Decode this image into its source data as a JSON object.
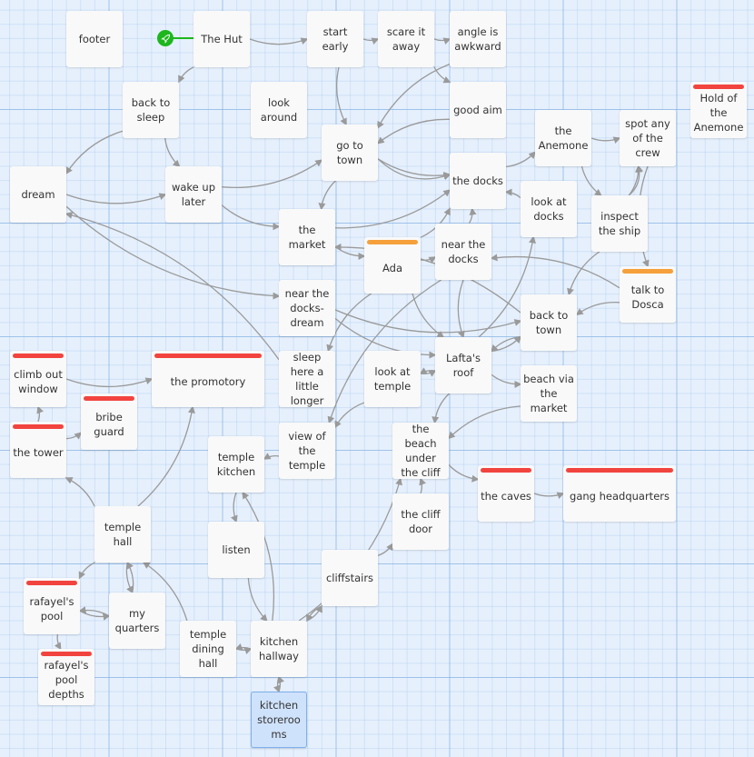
{
  "app": "Twine story map",
  "start_passage": "The Hut",
  "colors": {
    "tag_red": "#f2443f",
    "tag_orange": "#f5a03b",
    "start_green": "#1db71d",
    "link_gray": "#9a9a9a",
    "selected_fill": "#cfe2fb"
  },
  "passages": [
    {
      "id": "footer",
      "title": "footer"
    },
    {
      "id": "the-hut",
      "title": "The Hut",
      "start": true
    },
    {
      "id": "start-early",
      "title": "start early"
    },
    {
      "id": "scare-it-away",
      "title": "scare it away"
    },
    {
      "id": "angle-is-awkward",
      "title": "angle is awkward"
    },
    {
      "id": "back-to-sleep",
      "title": "back to sleep"
    },
    {
      "id": "look-around",
      "title": "look around"
    },
    {
      "id": "good-aim",
      "title": "good aim"
    },
    {
      "id": "hold-of-the-anemone",
      "title": "Hold of the Anemone",
      "tag": "red"
    },
    {
      "id": "the-anemone",
      "title": "the Anemone"
    },
    {
      "id": "spot-any-of-the-crew",
      "title": "spot any of the crew"
    },
    {
      "id": "go-to-town",
      "title": "go to town"
    },
    {
      "id": "the-docks",
      "title": "the docks"
    },
    {
      "id": "dream",
      "title": "dream"
    },
    {
      "id": "wake-up-later",
      "title": "wake up later"
    },
    {
      "id": "look-at-docks",
      "title": "look at docks"
    },
    {
      "id": "inspect-the-ship",
      "title": "inspect the ship"
    },
    {
      "id": "the-market",
      "title": "the market"
    },
    {
      "id": "ada",
      "title": "Ada",
      "tag": "orange"
    },
    {
      "id": "near-the-docks",
      "title": "near the docks"
    },
    {
      "id": "talk-to-dosca",
      "title": "talk to Dosca",
      "tag": "orange"
    },
    {
      "id": "near-the-docks-dream",
      "title": "near the docks-dream"
    },
    {
      "id": "back-to-town",
      "title": "back to town"
    },
    {
      "id": "climb-out-window",
      "title": "climb out window",
      "tag": "red"
    },
    {
      "id": "the-promotory",
      "title": "the promotory",
      "tag": "red"
    },
    {
      "id": "sleep-here-a-little-longer",
      "title": "sleep here a little longer"
    },
    {
      "id": "look-at-temple",
      "title": "look at temple"
    },
    {
      "id": "laftas-roof",
      "title": "Lafta's roof"
    },
    {
      "id": "beach-via-the-market",
      "title": "beach via the market"
    },
    {
      "id": "bribe-guard",
      "title": "bribe guard",
      "tag": "red"
    },
    {
      "id": "the-tower",
      "title": "the tower",
      "tag": "red"
    },
    {
      "id": "view-of-the-temple",
      "title": "view of the temple"
    },
    {
      "id": "temple-kitchen",
      "title": "temple kitchen"
    },
    {
      "id": "the-beach-under-the-cliff",
      "title": "the beach under the cliff"
    },
    {
      "id": "the-caves",
      "title": "the caves",
      "tag": "red"
    },
    {
      "id": "gang-headquarters",
      "title": "gang headquarters",
      "tag": "red"
    },
    {
      "id": "temple-hall",
      "title": "temple hall"
    },
    {
      "id": "the-cliff-door",
      "title": "the cliff door"
    },
    {
      "id": "listen",
      "title": "listen"
    },
    {
      "id": "cliffstairs",
      "title": "cliffstairs"
    },
    {
      "id": "rafayels-pool",
      "title": "rafayel's pool",
      "tag": "red"
    },
    {
      "id": "my-quarters",
      "title": "my quarters"
    },
    {
      "id": "temple-dining-hall",
      "title": "temple dining hall"
    },
    {
      "id": "kitchen-hallway",
      "title": "kitchen hallway"
    },
    {
      "id": "rafayels-pool-depths",
      "title": "rafayel's pool depths",
      "tag": "red"
    },
    {
      "id": "kitchen-storerooms",
      "title": "kitchen storerooms",
      "selected": true
    }
  ],
  "links": [
    [
      "the-hut",
      "start-early"
    ],
    [
      "the-hut",
      "back-to-sleep"
    ],
    [
      "start-early",
      "scare-it-away"
    ],
    [
      "start-early",
      "go-to-town"
    ],
    [
      "scare-it-away",
      "angle-is-awkward"
    ],
    [
      "scare-it-away",
      "good-aim"
    ],
    [
      "angle-is-awkward",
      "go-to-town"
    ],
    [
      "good-aim",
      "go-to-town"
    ],
    [
      "back-to-sleep",
      "dream"
    ],
    [
      "back-to-sleep",
      "wake-up-later"
    ],
    [
      "dream",
      "wake-up-later"
    ],
    [
      "dream",
      "near-the-docks-dream"
    ],
    [
      "wake-up-later",
      "go-to-town"
    ],
    [
      "wake-up-later",
      "the-market"
    ],
    [
      "go-to-town",
      "the-docks"
    ],
    [
      "go-to-town",
      "the-docks"
    ],
    [
      "go-to-town",
      "the-market"
    ],
    [
      "the-market",
      "the-docks"
    ],
    [
      "the-market",
      "ada"
    ],
    [
      "the-docks",
      "the-anemone"
    ],
    [
      "the-anemone",
      "spot-any-of-the-crew"
    ],
    [
      "the-anemone",
      "inspect-the-ship"
    ],
    [
      "inspect-the-ship",
      "spot-any-of-the-crew"
    ],
    [
      "inspect-the-ship",
      "spot-any-of-the-crew"
    ],
    [
      "inspect-the-ship",
      "back-to-town"
    ],
    [
      "spot-any-of-the-crew",
      "talk-to-dosca"
    ],
    [
      "look-at-docks",
      "the-docks"
    ],
    [
      "near-the-docks",
      "the-docks"
    ],
    [
      "ada",
      "the-docks"
    ],
    [
      "ada",
      "near-the-docks"
    ],
    [
      "ada",
      "laftas-roof"
    ],
    [
      "ada",
      "sleep-here-a-little-longer"
    ],
    [
      "near-the-docks",
      "laftas-roof"
    ],
    [
      "near-the-docks",
      "view-of-the-temple"
    ],
    [
      "talk-to-dosca",
      "near-the-docks"
    ],
    [
      "talk-to-dosca",
      "back-to-town"
    ],
    [
      "near-the-docks-dream",
      "back-to-town"
    ],
    [
      "near-the-docks-dream",
      "laftas-roof"
    ],
    [
      "sleep-here-a-little-longer",
      "dream"
    ],
    [
      "back-to-town",
      "laftas-roof"
    ],
    [
      "back-to-town",
      "the-market"
    ],
    [
      "laftas-roof",
      "back-to-town"
    ],
    [
      "laftas-roof",
      "beach-via-the-market"
    ],
    [
      "laftas-roof",
      "look-at-temple"
    ],
    [
      "look-at-temple",
      "laftas-roof"
    ],
    [
      "look-at-temple",
      "view-of-the-temple"
    ],
    [
      "laftas-roof",
      "the-beach-under-the-cliff"
    ],
    [
      "laftas-roof",
      "look-at-docks"
    ],
    [
      "beach-via-the-market",
      "the-beach-under-the-cliff"
    ],
    [
      "the-beach-under-the-cliff",
      "the-caves"
    ],
    [
      "the-caves",
      "gang-headquarters"
    ],
    [
      "the-cliff-door",
      "the-beach-under-the-cliff"
    ],
    [
      "cliffstairs",
      "the-cliff-door"
    ],
    [
      "kitchen-hallway",
      "the-beach-under-the-cliff"
    ],
    [
      "kitchen-hallway",
      "cliffstairs"
    ],
    [
      "cliffstairs",
      "kitchen-hallway"
    ],
    [
      "view-of-the-temple",
      "temple-kitchen"
    ],
    [
      "temple-kitchen",
      "listen"
    ],
    [
      "listen",
      "kitchen-hallway"
    ],
    [
      "kitchen-hallway",
      "temple-kitchen"
    ],
    [
      "temple-dining-hall",
      "kitchen-hallway"
    ],
    [
      "kitchen-hallway",
      "temple-dining-hall"
    ],
    [
      "kitchen-hallway",
      "kitchen-storerooms"
    ],
    [
      "kitchen-storerooms",
      "kitchen-hallway"
    ],
    [
      "temple-dining-hall",
      "temple-hall"
    ],
    [
      "temple-hall",
      "the-tower"
    ],
    [
      "temple-hall",
      "the-promotory"
    ],
    [
      "temple-hall",
      "rafayels-pool"
    ],
    [
      "temple-hall",
      "my-quarters"
    ],
    [
      "my-quarters",
      "temple-hall"
    ],
    [
      "rafayels-pool",
      "my-quarters"
    ],
    [
      "my-quarters",
      "rafayels-pool"
    ],
    [
      "rafayels-pool",
      "rafayels-pool-depths"
    ],
    [
      "the-tower",
      "climb-out-window"
    ],
    [
      "the-tower",
      "bribe-guard"
    ],
    [
      "climb-out-window",
      "the-promotory"
    ]
  ]
}
